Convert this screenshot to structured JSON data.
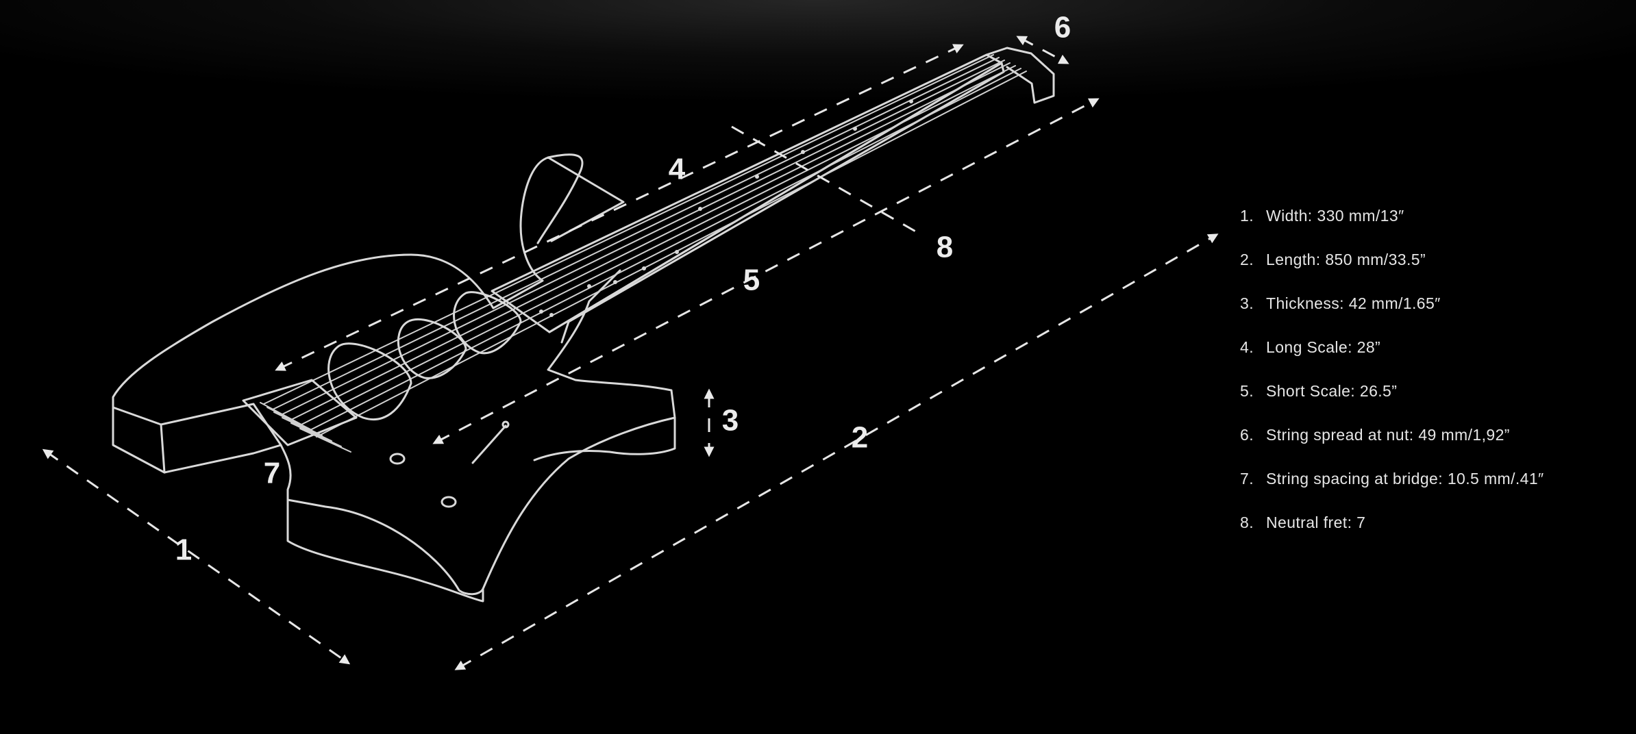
{
  "callouts": [
    "1",
    "2",
    "3",
    "4",
    "5",
    "6",
    "7",
    "8"
  ],
  "specs": [
    {
      "num": "1.",
      "text": "Width: 330 mm/13″"
    },
    {
      "num": "2.",
      "text": "Length: 850 mm/33.5”"
    },
    {
      "num": "3.",
      "text": "Thickness: 42 mm/1.65″"
    },
    {
      "num": "4.",
      "text": "Long Scale: 28”"
    },
    {
      "num": "5.",
      "text": "Short Scale: 26.5”"
    },
    {
      "num": "6.",
      "text": "String spread at nut: 49 mm/1,92”"
    },
    {
      "num": "7.",
      "text": "String spacing at bridge: 10.5 mm/.41″"
    },
    {
      "num": "8.",
      "text": "Neutral fret: 7"
    }
  ],
  "colors": {
    "background": "#000000",
    "line": "#d9d9d9",
    "text": "#e6e6e6"
  }
}
